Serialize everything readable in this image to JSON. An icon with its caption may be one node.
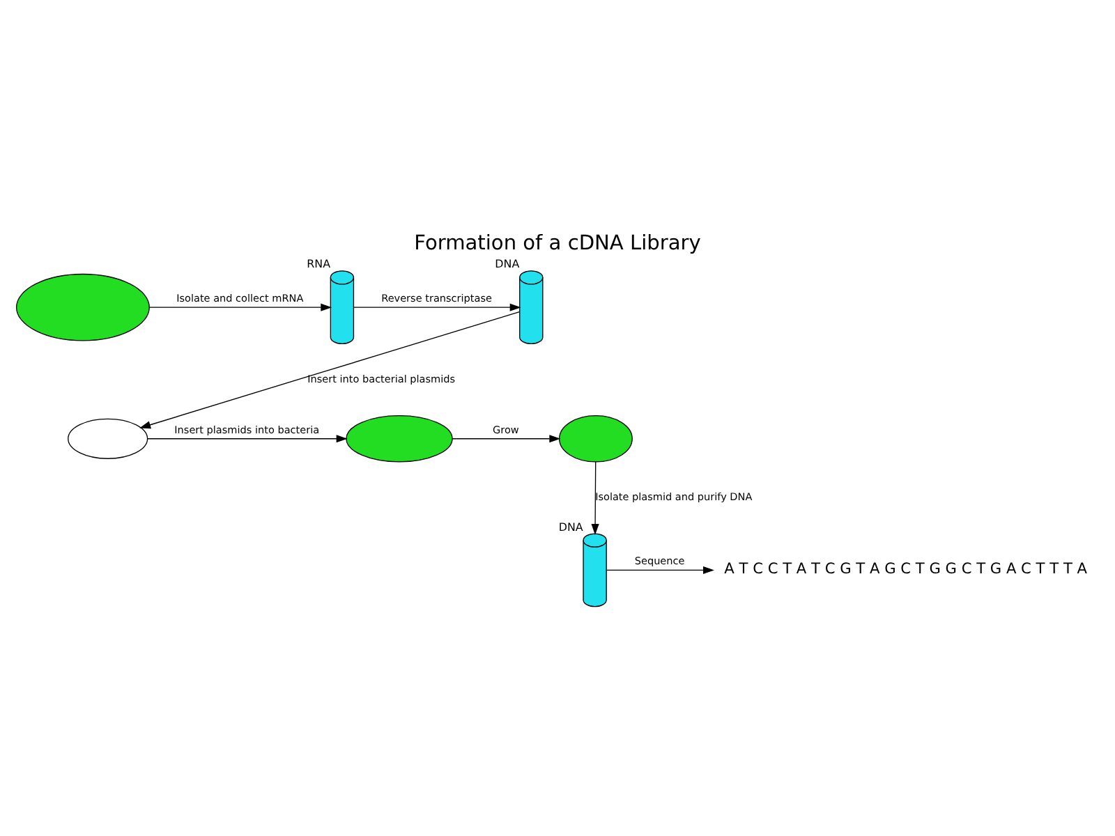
{
  "diagram": {
    "title": "Formation of a cDNA Library",
    "nodes": [
      {
        "text": [],
        "shape": "ellipse"
      },
      {
        "text": [],
        "shape": "cylinder",
        "beside": [
          "RNA"
        ]
      },
      {
        "text": [],
        "shape": "cylinder",
        "beside": [
          "DNA"
        ]
      },
      {
        "text": [],
        "shape": "ellipse"
      },
      {
        "text": [],
        "shape": "ellipse"
      },
      {
        "text": [],
        "shape": "ellipse"
      },
      {
        "text": [],
        "shape": "cylinder",
        "beside": [
          "DNA"
        ]
      },
      {
        "text": [
          "A T C C T A T C G T A G C T G G C T G A C T T T A"
        ]
      }
    ],
    "edges": [
      {
        "from": 0,
        "to": 1,
        "arrow": "to",
        "label": "Isolate and collect mRNA"
      },
      {
        "from": 1,
        "to": 2,
        "arrow": "to",
        "label": "Reverse transcriptase"
      },
      {
        "from": 2,
        "to": 3,
        "arrow": "to",
        "label": "Insert into bacterial plasmids"
      },
      {
        "from": 3,
        "to": 4,
        "arrow": "to",
        "label": "Insert plasmids into bacteria"
      },
      {
        "from": 4,
        "to": 5,
        "arrow": "to",
        "label": "Grow"
      },
      {
        "from": 5,
        "to": 6,
        "arrow": "to",
        "label": "Isolate plasmid and purify DNA"
      },
      {
        "from": 6,
        "to": 7,
        "arrow": "to",
        "label": "Sequence"
      }
    ]
  }
}
